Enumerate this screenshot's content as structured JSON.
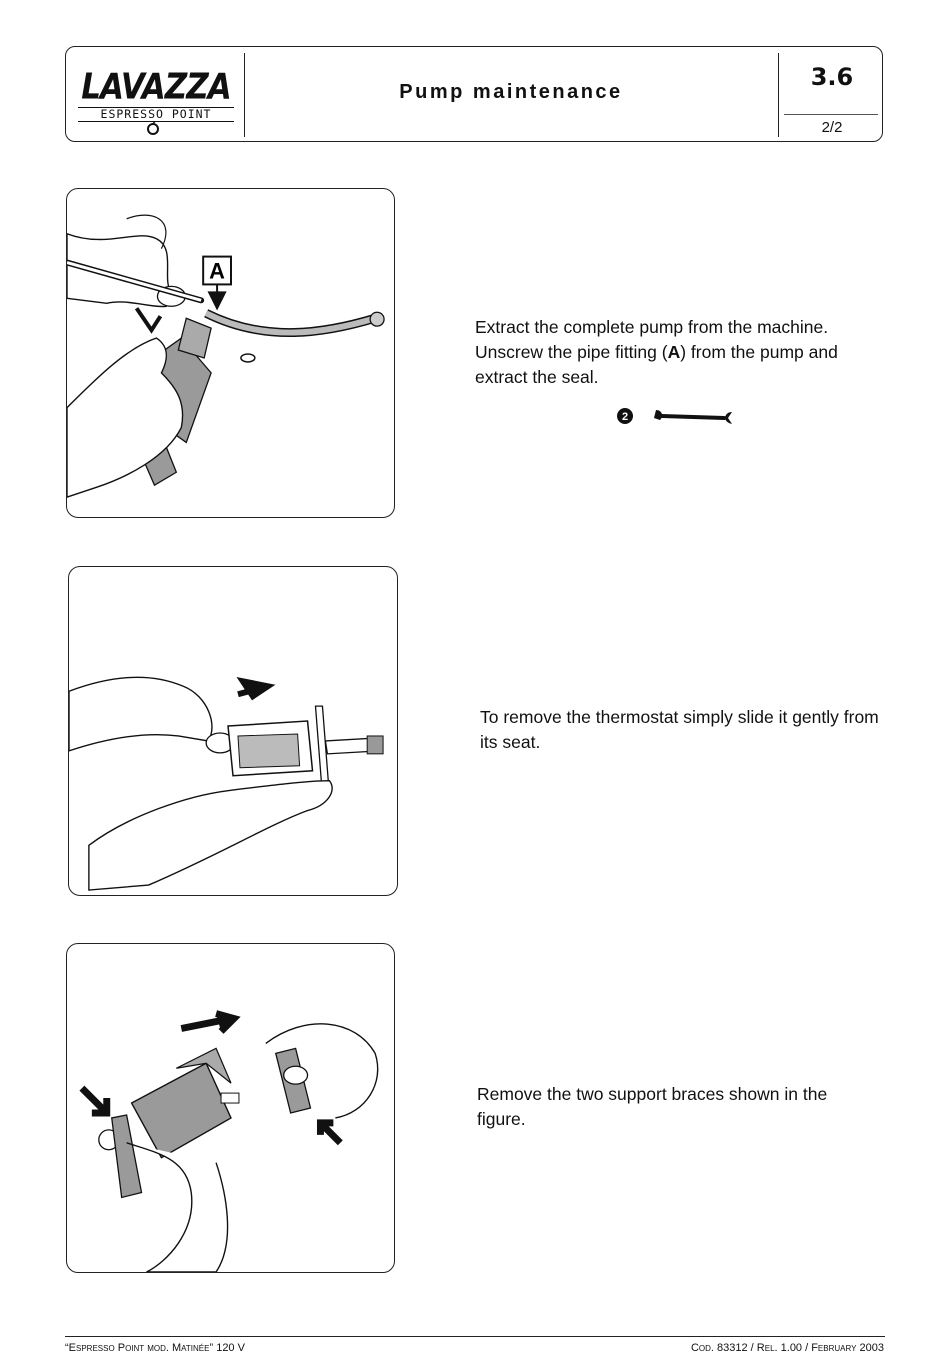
{
  "header": {
    "logo_brand": "LAVAZZA",
    "logo_sub": "ESPRESSO POINT",
    "title": "Pump maintenance",
    "section": "3.6",
    "page": "2/2"
  },
  "steps": [
    {
      "callout": "A",
      "text_parts": [
        "Extract the complete pump from the machine. Unscrew the pipe fitting (",
        "A",
        ") from the pump and extract the seal."
      ],
      "tool_number": "2"
    },
    {
      "text": "To remove the thermostat simply slide it gently from its seat."
    },
    {
      "text": "Remove the two support braces shown in the figure."
    }
  ],
  "footer": {
    "left": "“Espresso Point mod. Matinée” 120 V",
    "right": "Cod. 83312 / Rel. 1.00 / February 2003"
  },
  "colors": {
    "ink": "#111111",
    "frame": "#222222",
    "shade": "#9a9a9a"
  }
}
